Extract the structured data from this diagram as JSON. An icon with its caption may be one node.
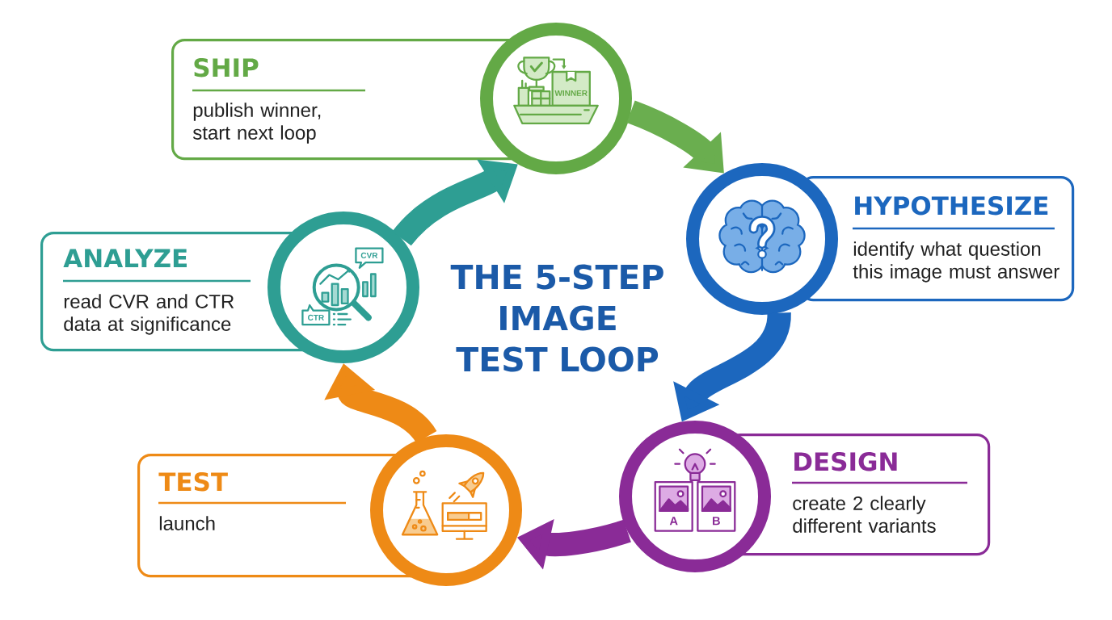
{
  "diagram": {
    "title": "THE 5-STEP IMAGE TEST LOOP",
    "nodes": [
      {
        "text": [
          "SHIP",
          "publish winner, start next loop"
        ]
      },
      {
        "text": [],
        "shape": "circle"
      },
      {
        "text": [],
        "shape": "circle"
      },
      {
        "text": [
          "HYPOTHESIZE",
          "identify what question this image must answer"
        ]
      },
      {
        "text": [
          "ANALYZE",
          "read CVR and CTR data at significance"
        ]
      },
      {
        "text": [],
        "shape": "circle"
      },
      {
        "text": [],
        "shape": "circle"
      },
      {
        "text": [
          "DESIGN",
          "create 2 clearly different variants"
        ]
      },
      {
        "text": [
          "TEST",
          "launch"
        ]
      },
      {
        "text": [],
        "shape": "circle"
      }
    ],
    "edges": [
      {
        "from": 1,
        "to": 2,
        "arrow": "to",
        "color": "#6aae4f"
      },
      {
        "from": 2,
        "to": 6,
        "arrow": "to",
        "color": "#1c67be"
      },
      {
        "from": 6,
        "to": 9,
        "arrow": "to",
        "color": "#8a2b97"
      },
      {
        "from": 9,
        "to": 5,
        "arrow": "to",
        "color": "#ee8a16"
      },
      {
        "from": 5,
        "to": 1,
        "arrow": "to",
        "color": "#2e9e93"
      }
    ],
    "labels": [
      "WINNER",
      "CVR",
      "CTR",
      "A",
      "B"
    ]
  }
}
